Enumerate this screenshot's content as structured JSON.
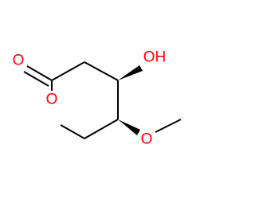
{
  "molecule": {
    "atoms": {
      "carbonyl_oxygen": "O",
      "ring_oxygen": "O",
      "hydroxyl": "OH",
      "methoxy_oxygen": "O"
    },
    "colors": {
      "oxygen": "#ff0000",
      "bond": "#000000",
      "background": "#ffffff"
    }
  }
}
